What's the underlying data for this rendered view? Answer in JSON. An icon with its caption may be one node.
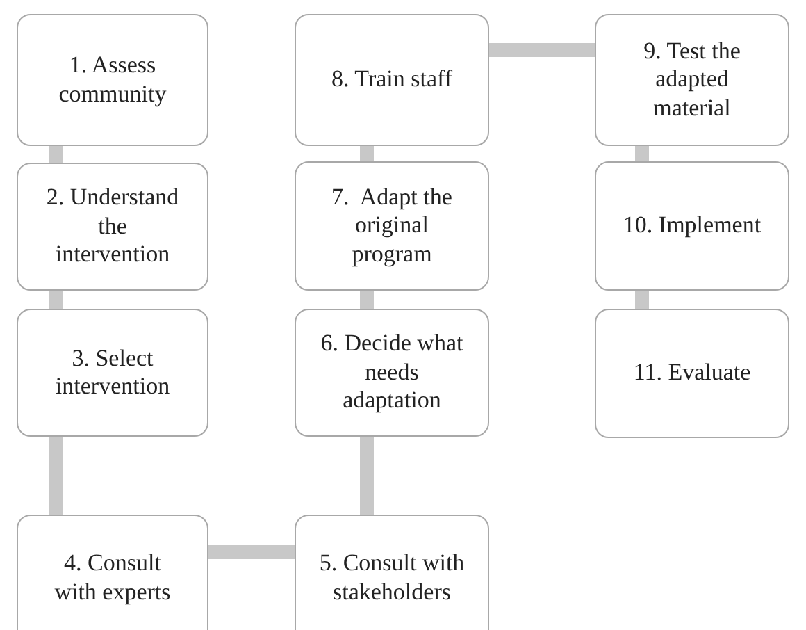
{
  "diagram": {
    "nodes": [
      {
        "text": [
          "1. Assess community"
        ]
      },
      {
        "text": [
          "2. Understand the intervention"
        ]
      },
      {
        "text": [
          "3. Select intervention"
        ]
      },
      {
        "text": [
          "4. Consult with experts"
        ]
      },
      {
        "text": [
          "5. Consult with stakeholders"
        ]
      },
      {
        "text": [
          "6. Decide what needs adaptation"
        ]
      },
      {
        "text": [
          "7.  Adapt the original program"
        ]
      },
      {
        "text": [
          "8. Train staff"
        ]
      },
      {
        "text": [
          "9. Test the adapted material"
        ]
      },
      {
        "text": [
          "10. Implement"
        ]
      },
      {
        "text": [
          "11. Evaluate"
        ]
      }
    ],
    "edges": [
      {
        "from": 0,
        "to": 1,
        "arrow": "none"
      },
      {
        "from": 1,
        "to": 2,
        "arrow": "none"
      },
      {
        "from": 2,
        "to": 3,
        "arrow": "none"
      },
      {
        "from": 3,
        "to": 4,
        "arrow": "none"
      },
      {
        "from": 4,
        "to": 5,
        "arrow": "none"
      },
      {
        "from": 5,
        "to": 6,
        "arrow": "none"
      },
      {
        "from": 6,
        "to": 7,
        "arrow": "none"
      },
      {
        "from": 7,
        "to": 8,
        "arrow": "none"
      },
      {
        "from": 8,
        "to": 9,
        "arrow": "none"
      },
      {
        "from": 9,
        "to": 10,
        "arrow": "none"
      }
    ]
  }
}
